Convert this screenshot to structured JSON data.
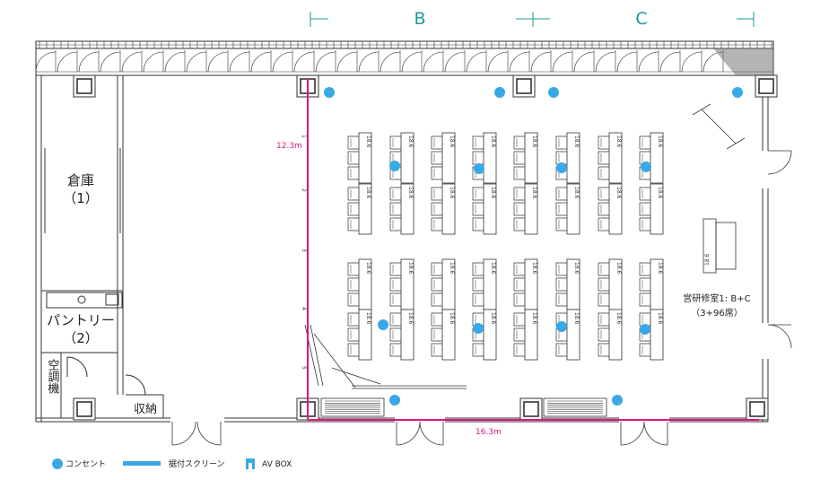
{
  "sections": {
    "b": "B",
    "c": "C"
  },
  "rooms": {
    "storage1": "倉庫\n（1）",
    "pantry": "パントリー\n（2）",
    "aircon": "空調機",
    "closet": "収納",
    "main": "営研修室1: B+C\n（3+96席）"
  },
  "dimensions": {
    "depth": "12.3m",
    "width": "16.3m"
  },
  "markers": [
    "1",
    "2",
    "3",
    "4",
    "5"
  ],
  "desk_label": "18.6",
  "stage_label": "18.6",
  "legend": {
    "outlet": "コンセント",
    "screen": "据付スクリーン",
    "av": "AV BOX"
  },
  "colors": {
    "outlet": "#3aa8e6",
    "screen": "#3aa8e6",
    "dimension": "#e0157a",
    "section": "#1a9a9a"
  }
}
